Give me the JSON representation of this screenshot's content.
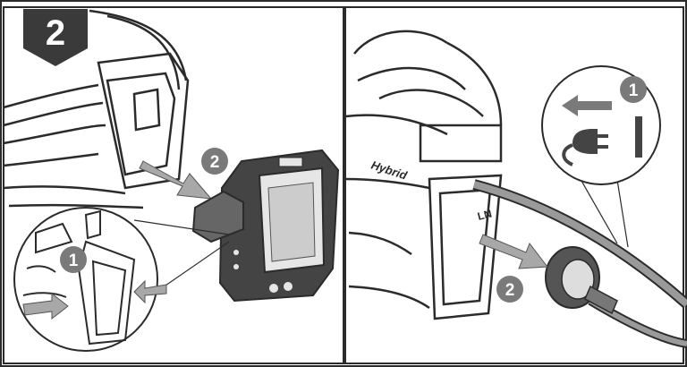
{
  "step": {
    "number": "2"
  },
  "left_panel": {
    "callout_main": "2",
    "callout_inset": "1"
  },
  "right_panel": {
    "callout_bubble": "1",
    "callout_main": "2",
    "tool_label": "Hybrid",
    "switch_label": "LN",
    "bubble_icons": [
      "arrow-left-icon",
      "plug-icon",
      "switch-bar-icon"
    ]
  },
  "colors": {
    "line": "#2b2b2b",
    "badge": "#3a3a3a",
    "callout_circle": "#7a7a7a",
    "arrow": "#a8a8a8",
    "battery_body": "#444444",
    "battery_panel": "#e6e6e6"
  }
}
